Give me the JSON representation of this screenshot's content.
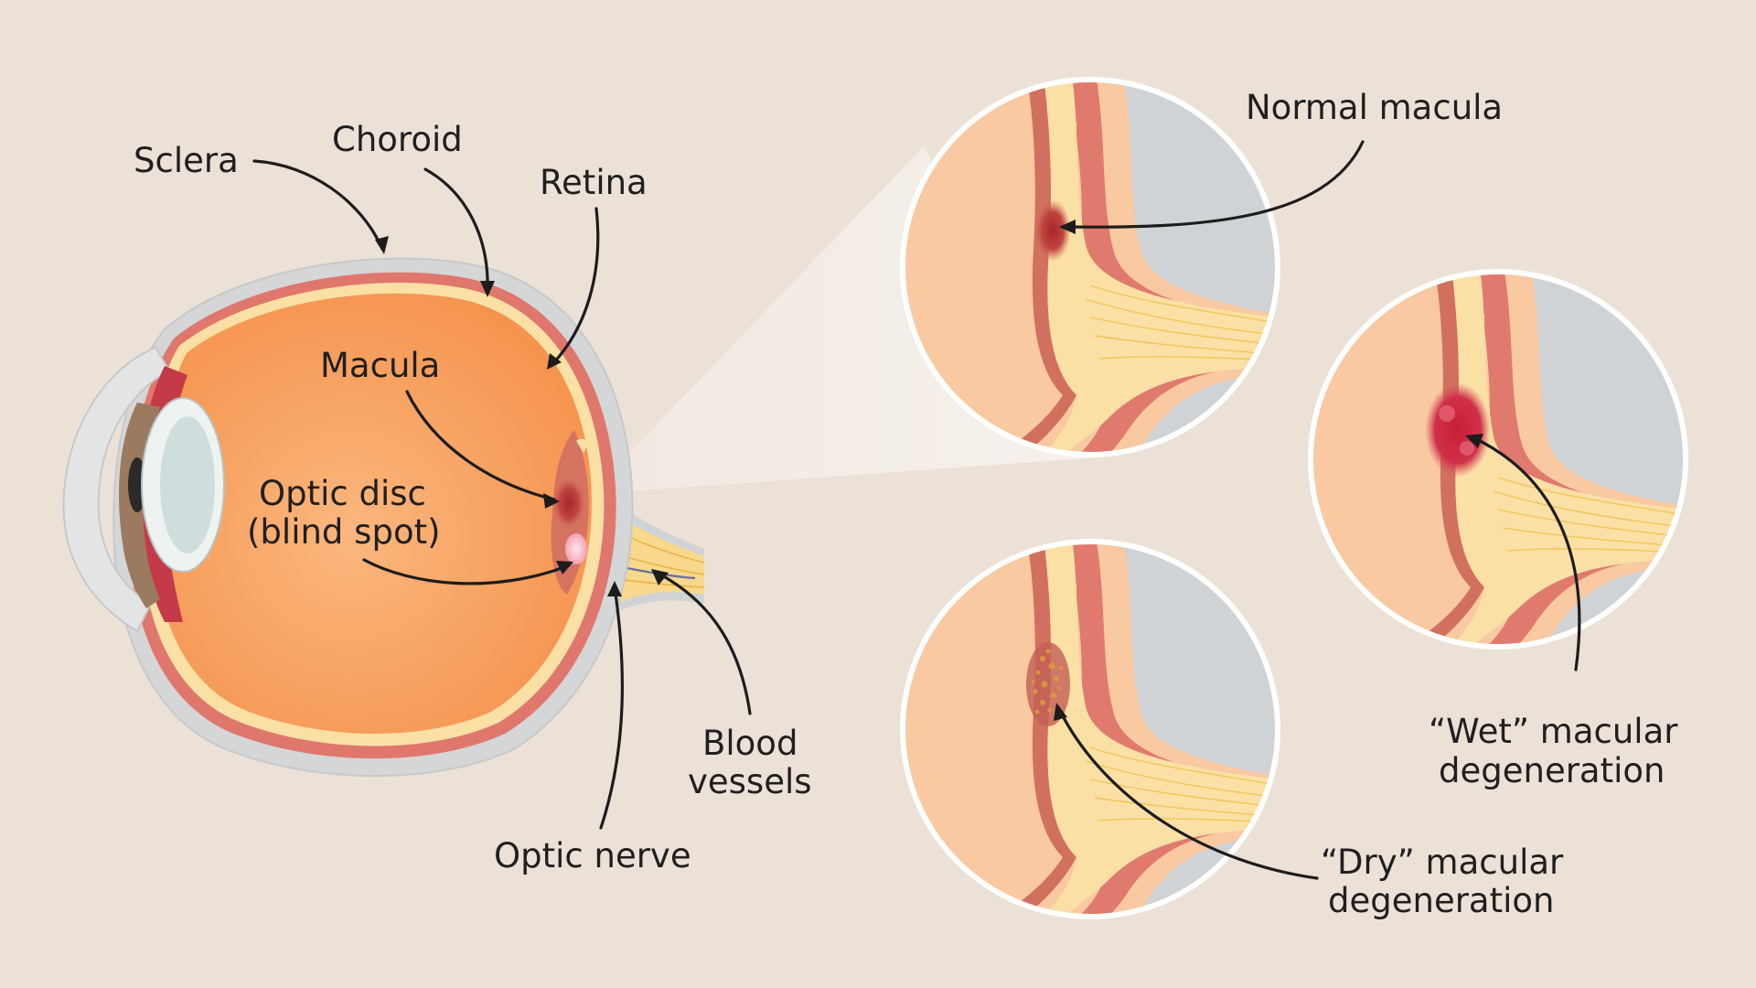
{
  "labels": {
    "sclera": "Sclera",
    "choroid": "Choroid",
    "retina": "Retina",
    "macula": "Macula",
    "optic_disc_1": "Optic disc",
    "optic_disc_2": "(blind spot)",
    "blood_vessels_1": "Blood",
    "blood_vessels_2": "vessels",
    "optic_nerve": "Optic nerve",
    "normal_macula": "Normal macula",
    "wet_1": "“Wet” macular",
    "wet_2": "degeneration",
    "dry_1": "“Dry” macular",
    "dry_2": "degeneration"
  },
  "colors": {
    "background": "#ece1d7",
    "sclera": "#d4d6d7",
    "choroid": "#e0776d",
    "retina": "#fbe0a5",
    "vitreous": "#f59a57",
    "macula": "#a92a2f",
    "optic_nerve": "#f7d88d",
    "iris": "#9b7a60",
    "lens": "#cfdedd"
  }
}
